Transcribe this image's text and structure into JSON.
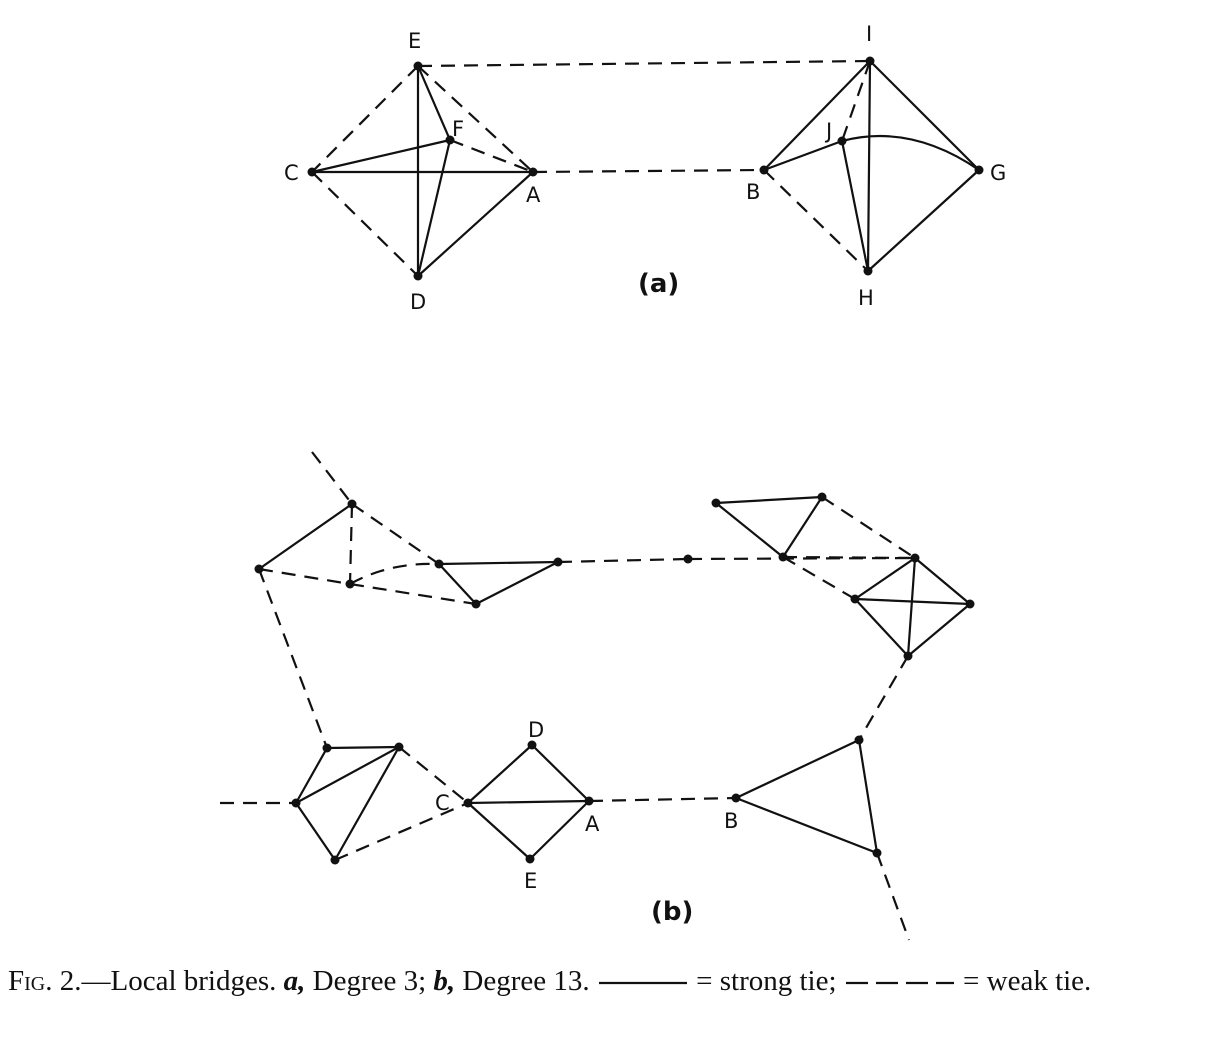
{
  "panel_a": {
    "label": "(a)",
    "nodes": [
      {
        "id": "E",
        "label": "E"
      },
      {
        "id": "I",
        "label": "I"
      },
      {
        "id": "F",
        "label": "F"
      },
      {
        "id": "C",
        "label": "C"
      },
      {
        "id": "A",
        "label": "A"
      },
      {
        "id": "D",
        "label": "D"
      },
      {
        "id": "J",
        "label": "J"
      },
      {
        "id": "B",
        "label": "B"
      },
      {
        "id": "G",
        "label": "G"
      },
      {
        "id": "H",
        "label": "H"
      }
    ],
    "edges": [
      {
        "from": "E",
        "to": "I",
        "type": "weak"
      },
      {
        "from": "A",
        "to": "B",
        "type": "weak"
      },
      {
        "from": "E",
        "to": "C",
        "type": "weak"
      },
      {
        "from": "E",
        "to": "A",
        "type": "weak"
      },
      {
        "from": "F",
        "to": "A",
        "type": "weak"
      },
      {
        "from": "C",
        "to": "D",
        "type": "weak"
      },
      {
        "from": "E",
        "to": "F",
        "type": "strong"
      },
      {
        "from": "E",
        "to": "D",
        "type": "strong"
      },
      {
        "from": "C",
        "to": "F",
        "type": "strong"
      },
      {
        "from": "C",
        "to": "A",
        "type": "strong"
      },
      {
        "from": "F",
        "to": "D",
        "type": "strong"
      },
      {
        "from": "D",
        "to": "A",
        "type": "strong"
      },
      {
        "from": "I",
        "to": "J",
        "type": "weak"
      },
      {
        "from": "B",
        "to": "H",
        "type": "weak"
      },
      {
        "from": "I",
        "to": "B",
        "type": "strong"
      },
      {
        "from": "I",
        "to": "G",
        "type": "strong"
      },
      {
        "from": "I",
        "to": "H",
        "type": "strong"
      },
      {
        "from": "B",
        "to": "J",
        "type": "strong"
      },
      {
        "from": "J",
        "to": "G",
        "type": "strong"
      },
      {
        "from": "J",
        "to": "H",
        "type": "strong"
      },
      {
        "from": "G",
        "to": "H",
        "type": "strong"
      }
    ]
  },
  "panel_b": {
    "label": "(b)",
    "labeled_nodes": [
      {
        "id": "C",
        "label": "C"
      },
      {
        "id": "D",
        "label": "D"
      },
      {
        "id": "A",
        "label": "A"
      },
      {
        "id": "E",
        "label": "E"
      },
      {
        "id": "B",
        "label": "B"
      }
    ]
  },
  "caption": {
    "fig": "Fig. 2.",
    "part1": "—Local bridges. ",
    "a": "a,",
    "part2": " Degree 3; ",
    "b": "b,",
    "part3": " Degree 13. ",
    "strong_text": " = strong tie; ",
    "weak_text": " = weak tie."
  }
}
